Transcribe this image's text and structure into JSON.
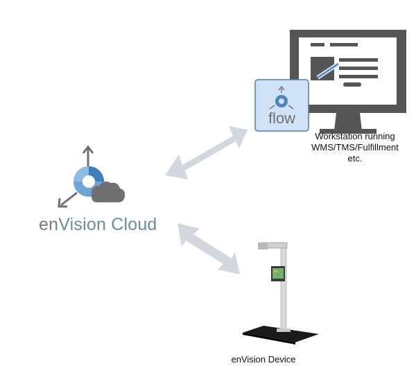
{
  "cloud": {
    "brand_prefix": "en",
    "brand_name": "Vision Cloud",
    "icon": "aperture-cloud-icon",
    "brand_color": "#6b8aa6",
    "prefix_color": "#7a7a7a"
  },
  "flow_badge": {
    "label": "flow",
    "icon": "aperture-arrows-icon",
    "background": "#cfe2f8"
  },
  "workstation": {
    "label_line1": "Workstation running",
    "label_line2": "WMS/TMS/Fulfillment",
    "label_line3": "etc.",
    "icon": "desktop-monitor-icon",
    "color": "#555555"
  },
  "device": {
    "label": "enVision Device",
    "icon": "dimensioning-stand-icon"
  },
  "connectors": {
    "color": "#d3d8de",
    "cloud_to_workstation": "double-arrow",
    "cloud_to_device": "double-arrow"
  }
}
